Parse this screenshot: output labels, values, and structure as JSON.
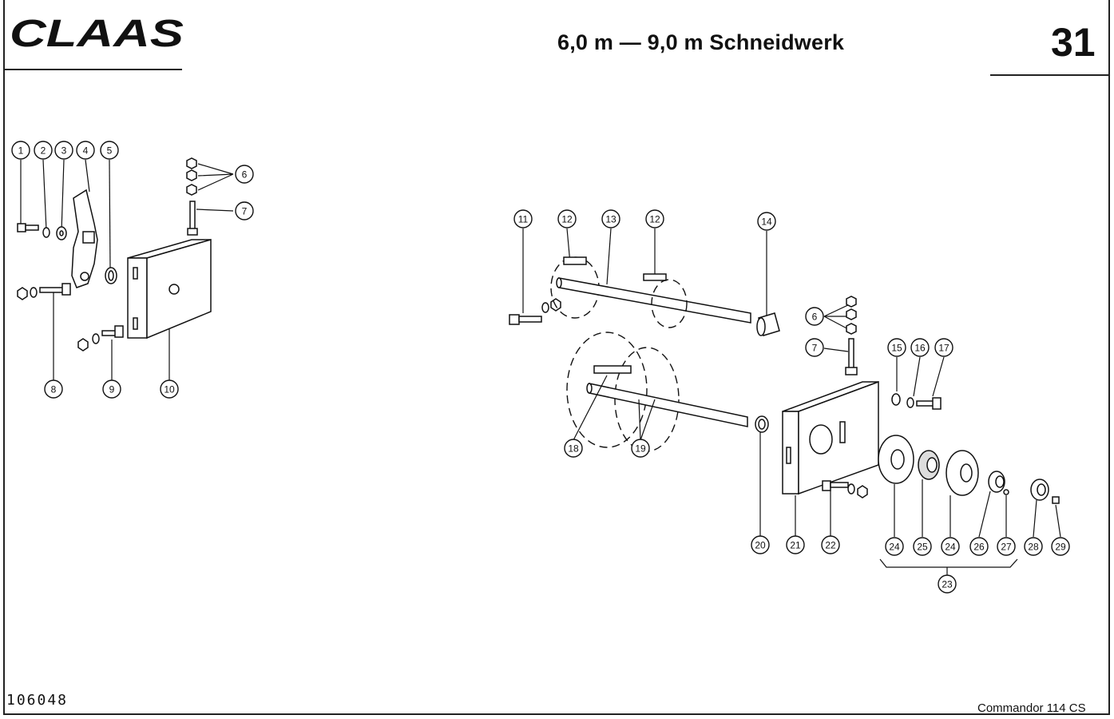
{
  "header": {
    "brand": "CLAAS",
    "title": "6,0 m — 9,0 m Schneidwerk",
    "page_number": "31"
  },
  "footer": {
    "doc_code": "106048",
    "model": "Commandor 114 CS"
  },
  "callouts": [
    {
      "id": "c1",
      "label": "1"
    },
    {
      "id": "c2",
      "label": "2"
    },
    {
      "id": "c3",
      "label": "3"
    },
    {
      "id": "c4",
      "label": "4"
    },
    {
      "id": "c5",
      "label": "5"
    },
    {
      "id": "c6a",
      "label": "6"
    },
    {
      "id": "c7a",
      "label": "7"
    },
    {
      "id": "c8",
      "label": "8"
    },
    {
      "id": "c9",
      "label": "9"
    },
    {
      "id": "c10",
      "label": "10"
    },
    {
      "id": "c11",
      "label": "11"
    },
    {
      "id": "c12a",
      "label": "12"
    },
    {
      "id": "c13",
      "label": "13"
    },
    {
      "id": "c12b",
      "label": "12"
    },
    {
      "id": "c14",
      "label": "14"
    },
    {
      "id": "c6b",
      "label": "6"
    },
    {
      "id": "c7b",
      "label": "7"
    },
    {
      "id": "c15",
      "label": "15"
    },
    {
      "id": "c16",
      "label": "16"
    },
    {
      "id": "c17",
      "label": "17"
    },
    {
      "id": "c18",
      "label": "18"
    },
    {
      "id": "c19",
      "label": "19"
    },
    {
      "id": "c20",
      "label": "20"
    },
    {
      "id": "c21",
      "label": "21"
    },
    {
      "id": "c22",
      "label": "22"
    },
    {
      "id": "c24a",
      "label": "24"
    },
    {
      "id": "c25",
      "label": "25"
    },
    {
      "id": "c24b",
      "label": "24"
    },
    {
      "id": "c26",
      "label": "26"
    },
    {
      "id": "c27",
      "label": "27"
    },
    {
      "id": "c28",
      "label": "28"
    },
    {
      "id": "c29",
      "label": "29"
    },
    {
      "id": "c23",
      "label": "23"
    }
  ]
}
